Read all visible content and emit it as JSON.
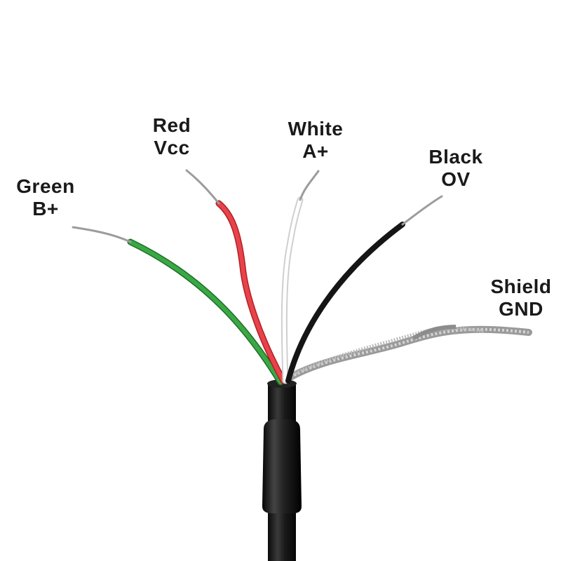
{
  "wires": [
    {
      "color_name": "Green",
      "signal": "B+",
      "color": "#2f9a3a"
    },
    {
      "color_name": "Red",
      "signal": "Vcc",
      "color": "#e03a3e"
    },
    {
      "color_name": "White",
      "signal": "A+",
      "color": "#f4f4f4"
    },
    {
      "color_name": "Black",
      "signal": "OV",
      "color": "#1b1b1b"
    },
    {
      "color_name": "Shield",
      "signal": "GND",
      "color": "#a7a7a7"
    }
  ],
  "cable": {
    "jacket_color": "#141414"
  }
}
